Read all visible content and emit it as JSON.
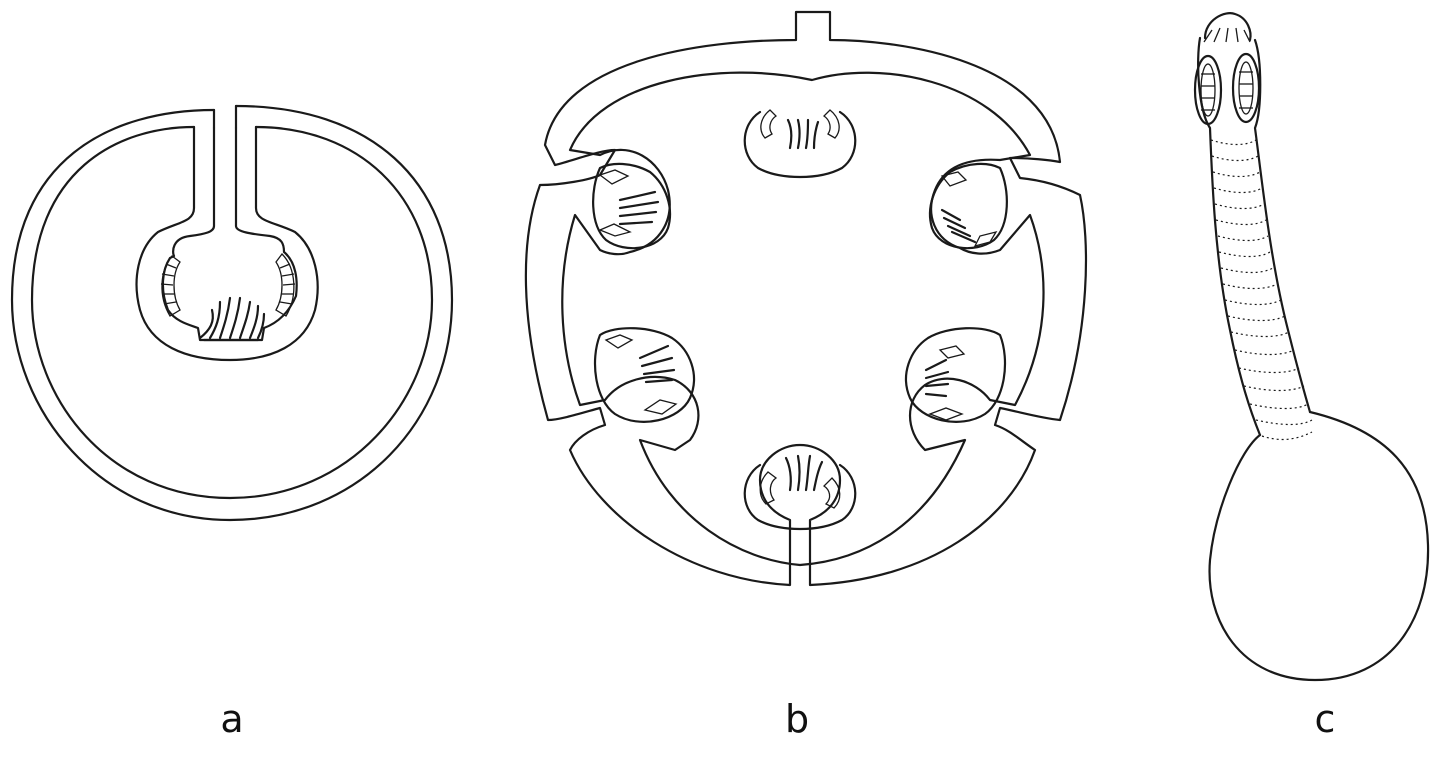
{
  "figure": {
    "panels": [
      {
        "id": "a",
        "label": "a"
      },
      {
        "id": "b",
        "label": "b"
      },
      {
        "id": "c",
        "label": "c"
      }
    ],
    "colors": {
      "ink": "#1a1a1a",
      "background": "#ffffff"
    }
  }
}
